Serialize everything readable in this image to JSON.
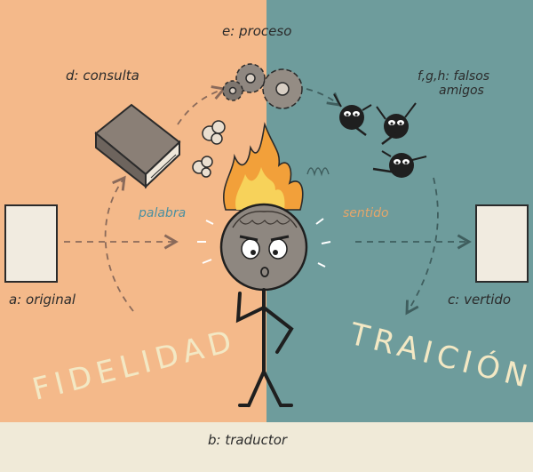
{
  "labels": {
    "process": "e: proceso",
    "consult": "d: consulta",
    "false_friends": [
      "f,g,h: falsos",
      "amigos"
    ],
    "word": "palabra",
    "meaning": "sentido",
    "original": "a: original",
    "rendered": "c: vertido",
    "translator": "b: traductor",
    "fidelity": "FIDELIDAD",
    "treason": "TRAICIÓN"
  },
  "colors": {
    "left_background": "#f4b98a",
    "right_background": "#6e9c9c",
    "bottom_band": "#f0ead8",
    "fire": "#f2a03a",
    "ink": "#1f1f1f"
  }
}
